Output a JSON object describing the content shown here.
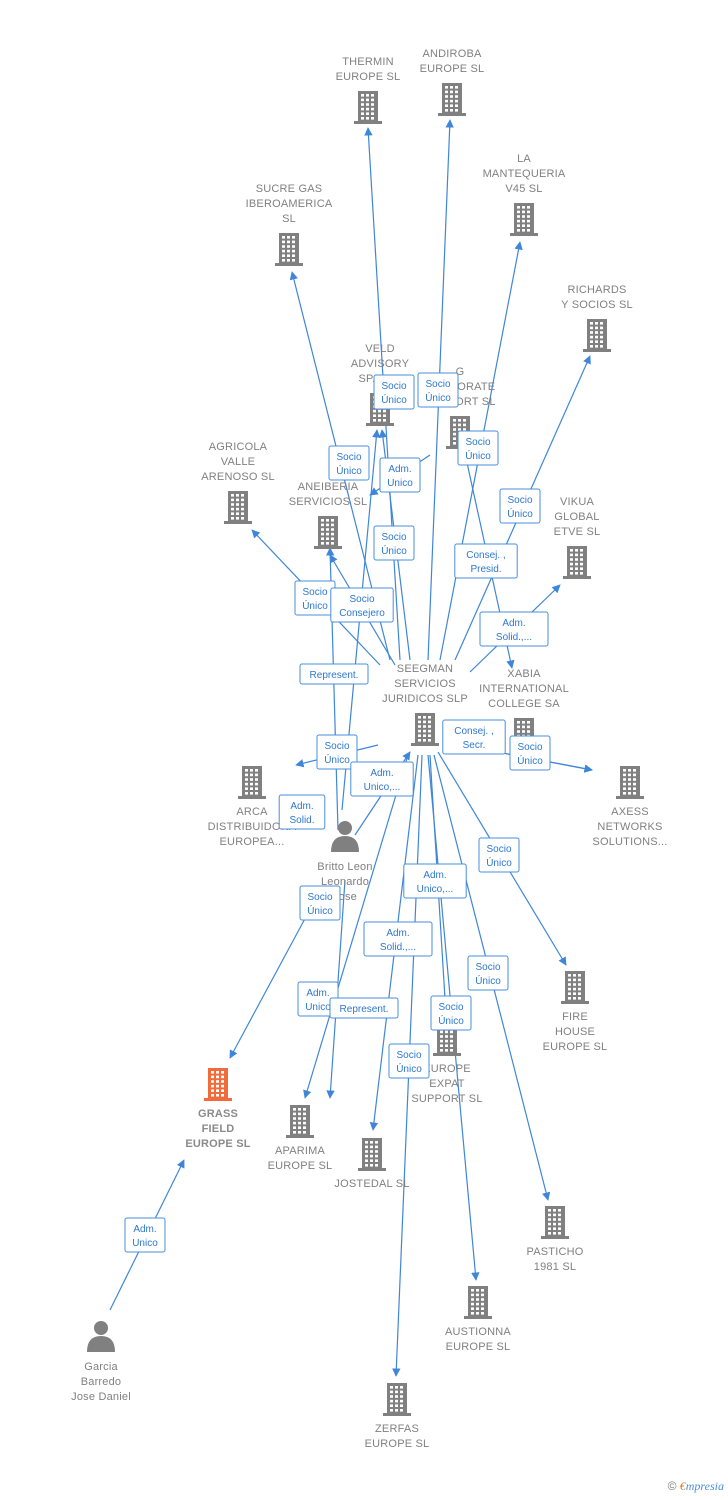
{
  "colors": {
    "edge": "#3f86d8",
    "building": "#808080",
    "focus_building": "#f26b3a",
    "person": "#808080"
  },
  "nodes": [
    {
      "id": "seegman",
      "type": "company",
      "lines": [
        "SEEGMAN",
        "SERVICIOS",
        "JURIDICOS  SLP"
      ]
    },
    {
      "id": "thermin",
      "type": "company",
      "lines": [
        "THERMIN",
        "EUROPE  SL"
      ]
    },
    {
      "id": "andiroba",
      "type": "company",
      "lines": [
        "ANDIROBA",
        "EUROPE  SL"
      ]
    },
    {
      "id": "mantequeria",
      "type": "company",
      "lines": [
        "LA",
        "MANTEQUERIA",
        "V45  SL"
      ]
    },
    {
      "id": "sucre",
      "type": "company",
      "lines": [
        "SUCRE GAS",
        "IBEROAMERICA",
        "SL"
      ]
    },
    {
      "id": "richards",
      "type": "company",
      "lines": [
        "RICHARDS",
        "Y SOCIOS  SL"
      ]
    },
    {
      "id": "veld",
      "type": "company",
      "lines": [
        "VELD",
        "ADVISORY",
        "SPAIN..."
      ]
    },
    {
      "id": "corporate",
      "type": "company",
      "lines": [
        "G",
        "CORPORATE",
        "SUPPORT  SL"
      ]
    },
    {
      "id": "agricola",
      "type": "company",
      "lines": [
        "AGRICOLA",
        "VALLE",
        "ARENOSO  SL"
      ]
    },
    {
      "id": "aneiberia",
      "type": "company",
      "lines": [
        "ANEIBERIA",
        "SERVICIOS  SL"
      ]
    },
    {
      "id": "vikua",
      "type": "company",
      "lines": [
        "VIKUA",
        "GLOBAL",
        "ETVE  SL"
      ]
    },
    {
      "id": "xabia",
      "type": "company",
      "lines": [
        "XABIA",
        "INTERNATIONAL",
        "COLLEGE SA"
      ]
    },
    {
      "id": "arca",
      "type": "company",
      "lines": [
        "ARCA",
        "DISTRIBUIDORA",
        "EUROPEA..."
      ]
    },
    {
      "id": "axess",
      "type": "company",
      "lines": [
        "AXESS",
        "NETWORKS",
        "SOLUTIONS..."
      ]
    },
    {
      "id": "britto",
      "type": "person",
      "lines": [
        "Britto Leon",
        "Leonardo",
        "Jose"
      ]
    },
    {
      "id": "fire",
      "type": "company",
      "lines": [
        "FIRE",
        "HOUSE",
        "EUROPE  SL"
      ]
    },
    {
      "id": "grass",
      "type": "company",
      "focus": true,
      "lines": [
        "GRASS",
        "FIELD",
        "EUROPE  SL"
      ]
    },
    {
      "id": "expat",
      "type": "company",
      "lines": [
        "EUROPE",
        "EXPAT",
        "SUPPORT  SL"
      ]
    },
    {
      "id": "aparima",
      "type": "company",
      "lines": [
        "APARIMA",
        "EUROPE  SL"
      ]
    },
    {
      "id": "jostedal",
      "type": "company",
      "lines": [
        "JOSTEDAL  SL"
      ]
    },
    {
      "id": "pasticho",
      "type": "company",
      "lines": [
        "PASTICHO",
        "1981  SL"
      ]
    },
    {
      "id": "austionna",
      "type": "company",
      "lines": [
        "AUSTIONNA",
        "EUROPE  SL"
      ]
    },
    {
      "id": "garcia",
      "type": "person",
      "lines": [
        "Garcia",
        "Barredo",
        "Jose Daniel"
      ]
    },
    {
      "id": "zerfas",
      "type": "company",
      "lines": [
        "ZERFAS",
        "EUROPE  SL"
      ]
    }
  ],
  "edges": [
    {
      "from": "seegman",
      "to": "thermin",
      "label": [
        "Socio",
        "Único"
      ]
    },
    {
      "from": "seegman",
      "to": "andiroba",
      "label": [
        "Socio",
        "Único"
      ]
    },
    {
      "from": "seegman",
      "to": "mantequeria",
      "label": [
        "Socio",
        "Único"
      ]
    },
    {
      "from": "seegman",
      "to": "sucre",
      "label": [
        "Socio",
        "Único"
      ]
    },
    {
      "from": "seegman",
      "to": "richards",
      "label": [
        "Socio",
        "Único"
      ]
    },
    {
      "from": "seegman",
      "to": "veld",
      "label": [
        "Socio",
        "Único"
      ]
    },
    {
      "from": "seegman",
      "to": "corporate",
      "label": [
        "Adm.",
        "Unico"
      ]
    },
    {
      "from": "seegman",
      "to": "agricola",
      "label": [
        "Socio",
        "Único"
      ]
    },
    {
      "from": "seegman",
      "to": "aneiberia",
      "label": [
        "Socio",
        "Consejero"
      ]
    },
    {
      "from": "seegman",
      "to": "vikua",
      "label": [
        "Adm.",
        "Solid.,..."
      ]
    },
    {
      "from": "seegman",
      "to": "xabia",
      "label": [
        "Consej. ,",
        "Presid."
      ]
    },
    {
      "from": "seegman",
      "to": "arca",
      "label": [
        "Socio",
        "Único"
      ]
    },
    {
      "from": "seegman",
      "to": "axess",
      "label": [
        "Socio",
        "Único"
      ]
    },
    {
      "from": "seegman",
      "to": "fire",
      "label": [
        "Socio",
        "Único"
      ]
    },
    {
      "from": "seegman",
      "to": "expat",
      "label": [
        "Socio",
        "Único"
      ]
    },
    {
      "from": "seegman",
      "to": "aparima",
      "label": [
        "Adm.",
        "Unico"
      ]
    },
    {
      "from": "seegman",
      "to": "jostedal",
      "label": [
        "Adm.",
        "Solid.,..."
      ]
    },
    {
      "from": "seegman",
      "to": "pasticho",
      "label": [
        "Socio",
        "Único"
      ]
    },
    {
      "from": "seegman",
      "to": "austionna",
      "label": [
        "Adm.",
        "Unico,..."
      ]
    },
    {
      "from": "seegman",
      "to": "zerfas",
      "label": [
        "Socio",
        "Único"
      ]
    },
    {
      "from": "britto",
      "to": "veld",
      "label": [
        "Represent."
      ]
    },
    {
      "from": "britto",
      "to": "seegman",
      "label": [
        "Adm.",
        "Unico,..."
      ]
    },
    {
      "from": "britto",
      "to": "arca",
      "label": [
        "Adm.",
        "Solid."
      ]
    },
    {
      "from": "britto",
      "to": "grass",
      "label": [
        "Socio",
        "Único"
      ]
    },
    {
      "from": "britto",
      "to": "aparima",
      "label": [
        "Represent."
      ]
    },
    {
      "from": "seegman",
      "to": "axess",
      "label": [
        "Consej. ,",
        "Secr."
      ]
    },
    {
      "from": "garcia",
      "to": "grass",
      "label": [
        "Adm.",
        "Unico"
      ]
    }
  ],
  "footer": {
    "copyright": "©",
    "brand_first": "€",
    "brand_rest": "mpresia"
  }
}
